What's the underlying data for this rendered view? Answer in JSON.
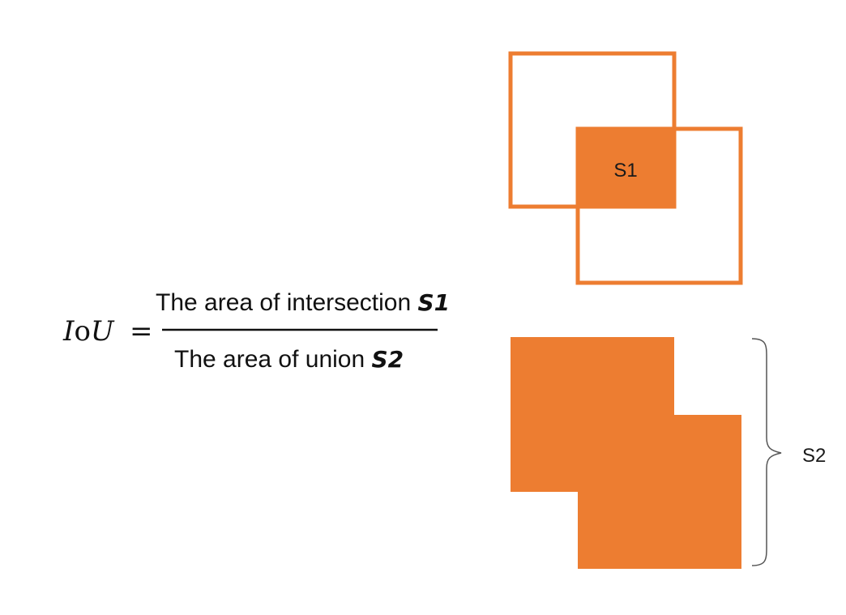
{
  "formula": {
    "lhs_italic_1": "I",
    "lhs_roman": "o",
    "lhs_italic_2": "U",
    "equals": "=",
    "numerator_text": "The area of intersection ",
    "numerator_symbol": "S1",
    "denominator_text": "The area of union ",
    "denominator_symbol": "S2"
  },
  "diagram": {
    "intersection_label": "S1",
    "union_label": "S2",
    "accent_color": "#ED7D31"
  }
}
